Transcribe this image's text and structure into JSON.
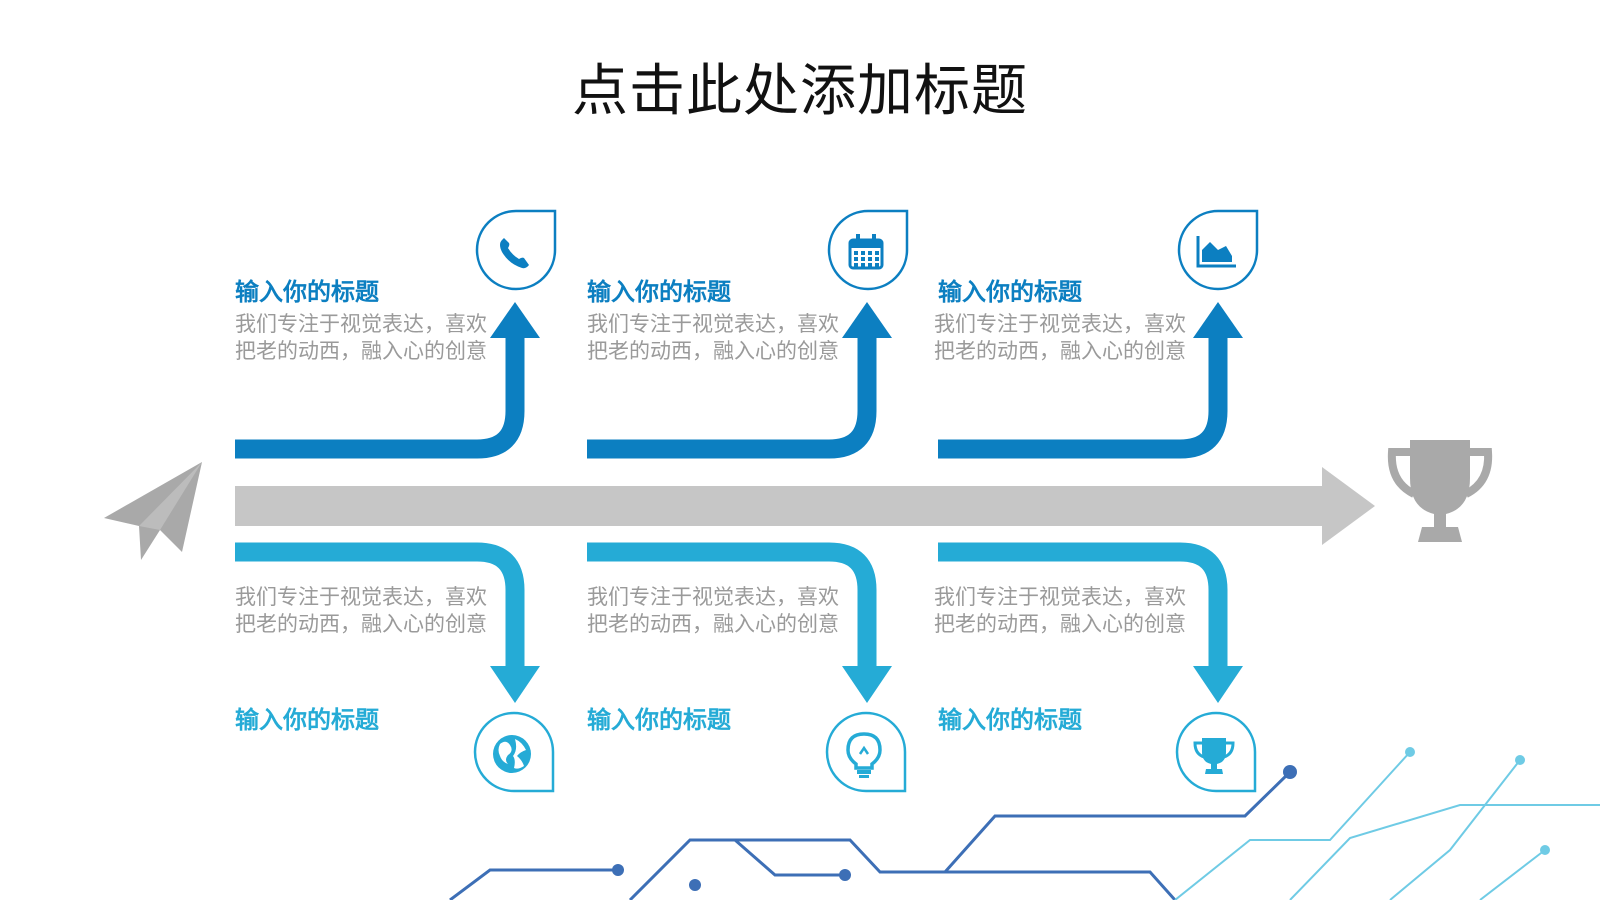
{
  "title": "点击此处添加标题",
  "colors": {
    "top_branch": "#0c7fc1",
    "bottom_branch": "#25abd6",
    "main_arrow": "#c6c6c6",
    "icon_grey": "#a9a9a9",
    "body_text": "#9a9a9a",
    "circuit_dark": "#3d6fb6",
    "circuit_light": "#6fcbe5"
  },
  "start_icon": "paper-plane-icon",
  "end_icon": "trophy-icon",
  "top_items": [
    {
      "title": "输入你的标题",
      "body": "我们专注于视觉表达，喜欢把老的动西，融入心的创意",
      "icon": "phone-icon"
    },
    {
      "title": "输入你的标题",
      "body": "我们专注于视觉表达，喜欢把老的动西，融入心的创意",
      "icon": "calendar-icon"
    },
    {
      "title": "输入你的标题",
      "body": "我们专注于视觉表达，喜欢把老的动西，融入心的创意",
      "icon": "area-chart-icon"
    }
  ],
  "bottom_items": [
    {
      "title": "输入你的标题",
      "body": "我们专注于视觉表达，喜欢把老的动西，融入心的创意",
      "icon": "globe-icon"
    },
    {
      "title": "输入你的标题",
      "body": "我们专注于视觉表达，喜欢把老的动西，融入心的创意",
      "icon": "lightbulb-icon"
    },
    {
      "title": "输入你的标题",
      "body": "我们专注于视觉表达，喜欢把老的动西，融入心的创意",
      "icon": "trophy-icon"
    }
  ]
}
